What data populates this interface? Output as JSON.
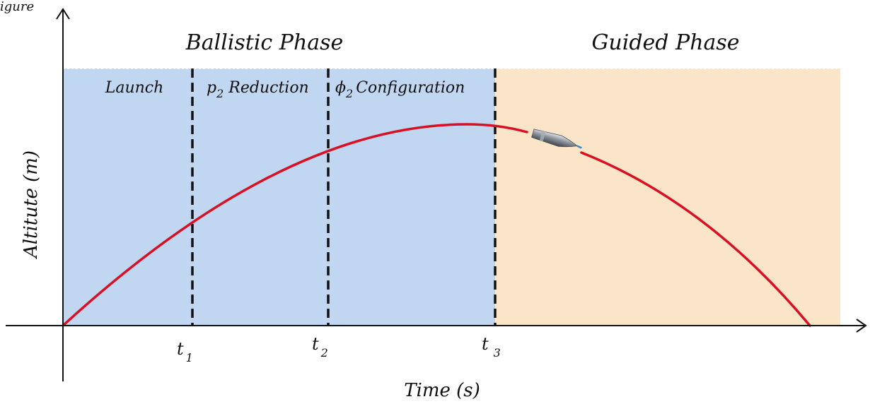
{
  "figure": {
    "corner_label": "igure",
    "colors": {
      "ballistic_region": "#c0d6f1",
      "guided_region": "#fbe5c8",
      "trajectory": "#d90f23",
      "axis": "#111111",
      "divider": "#111111"
    },
    "phases": [
      {
        "label": "Ballistic Phase"
      },
      {
        "label": "Guided Phase"
      }
    ],
    "segments": [
      {
        "label": "Launch"
      },
      {
        "symbol": "p",
        "subscript": "2",
        "label": "Reduction"
      },
      {
        "symbol": "ϕ",
        "subscript": "2",
        "label": "Configuration"
      }
    ],
    "time_marks": [
      {
        "symbol": "t",
        "subscript": "1"
      },
      {
        "symbol": "t",
        "subscript": "2"
      },
      {
        "symbol": "t",
        "subscript": "3"
      }
    ],
    "x_axis_title": "Time (s)",
    "y_axis_title": "Altitute (m)",
    "trajectory_icon": "projectile-icon"
  }
}
